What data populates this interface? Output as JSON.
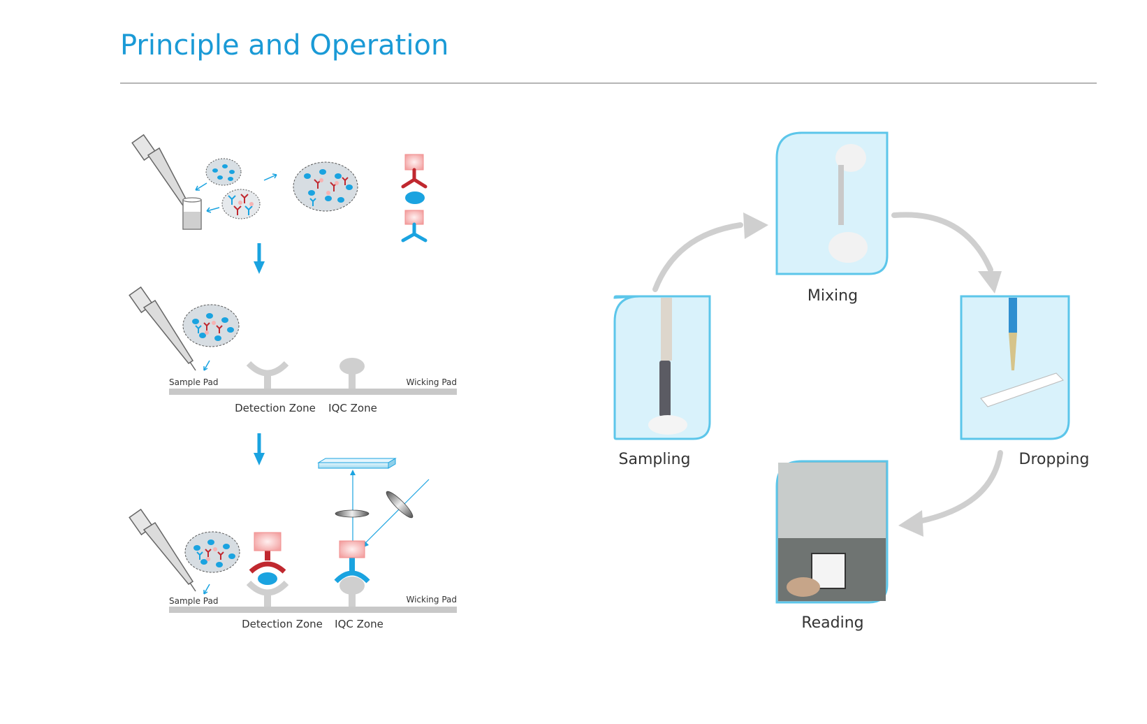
{
  "title": "Principle and Operation",
  "left_panel": {
    "step2": {
      "sample_pad": "Sample Pad",
      "wicking_pad": "Wicking Pad",
      "detection_zone": "Detection Zone",
      "iqc_zone": "IQC Zone"
    },
    "step3": {
      "sample_pad": "Sample Pad",
      "wicking_pad": "Wicking Pad",
      "detection_zone": "Detection Zone",
      "iqc_zone": "IQC Zone"
    }
  },
  "workflow": {
    "steps": [
      {
        "label": "Sampling"
      },
      {
        "label": "Mixing"
      },
      {
        "label": "Dropping"
      },
      {
        "label": "Reading"
      }
    ]
  },
  "colors": {
    "accent": "#1a9ad6",
    "antibody_red": "#c0282f",
    "antibody_blue": "#1aa3e0",
    "label_pink": "#f6b3b3",
    "strip_gray": "#c8c8c8",
    "arrow_gray": "#cfcfcf",
    "photo_frame": "#5cc6ea",
    "photo_bg": "#d9f2fb"
  }
}
